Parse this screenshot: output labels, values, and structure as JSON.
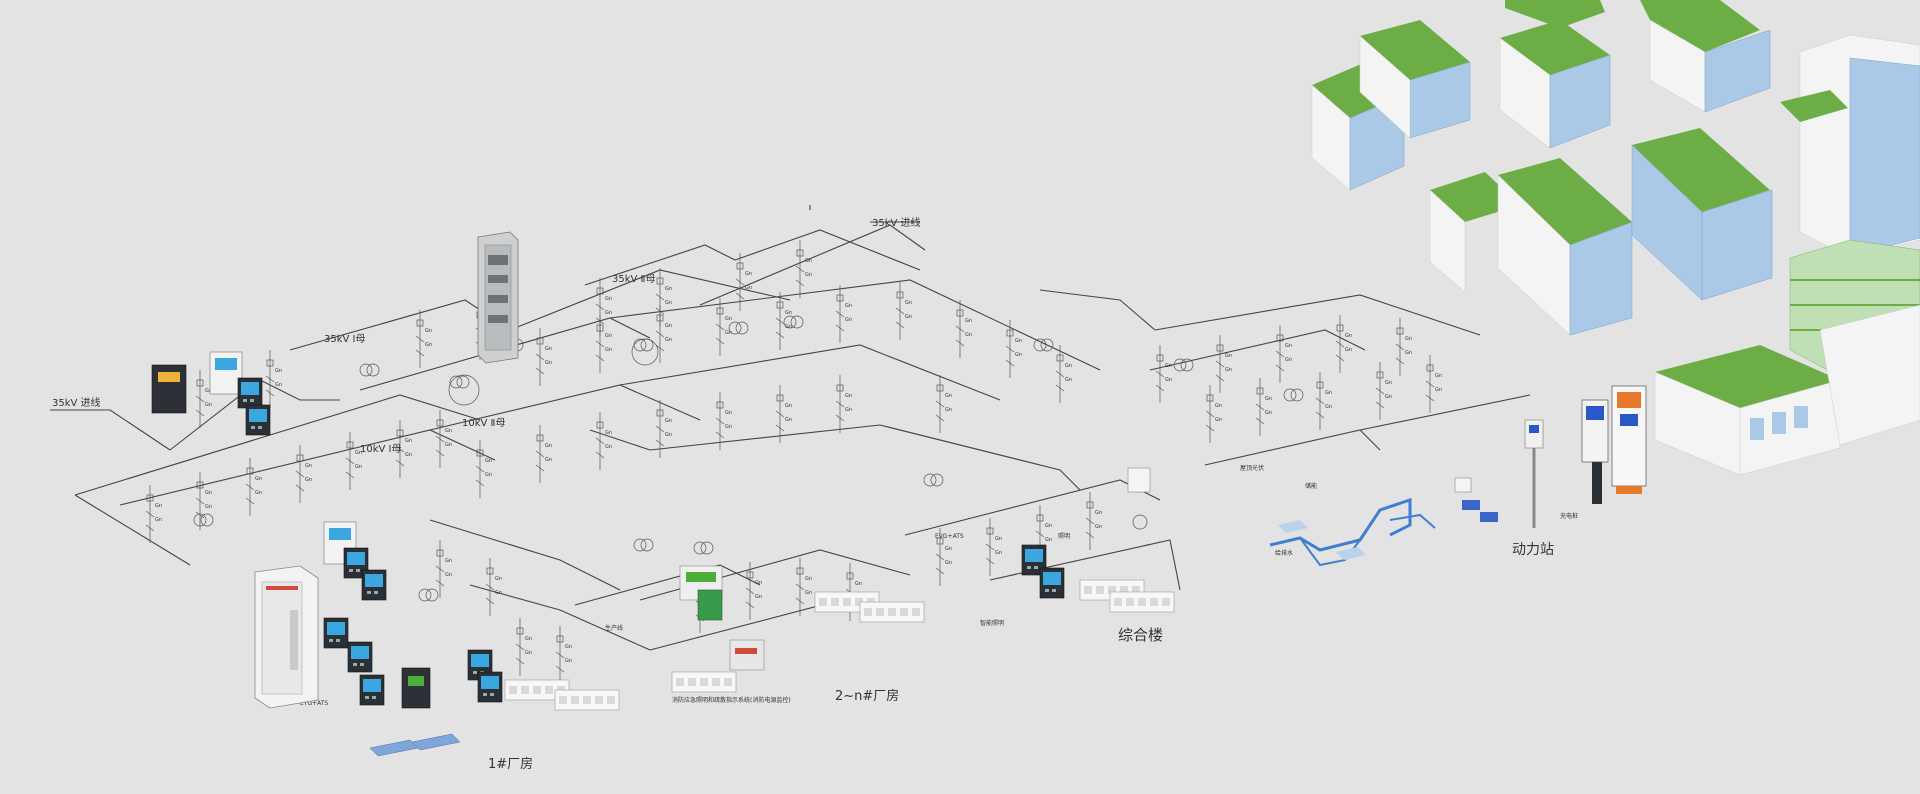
{
  "labels": {
    "incoming_35kv_left": "35kV 进线",
    "incoming_35kv_right": "35kV 进线",
    "bus_35kv_1": "35kV Ⅰ母",
    "bus_35kv_2": "35kV Ⅱ母",
    "bus_10kv_1": "10kV Ⅰ母",
    "bus_10kv_2": "10kV Ⅱ母",
    "area_factory_1": "1#厂房",
    "area_factory_2n": "2~n#厂房",
    "area_complex": "综合楼",
    "area_power_station": "动力站",
    "tag_ats": "EYG+ATS",
    "tag_evg": "EVG+ATS",
    "tag_production": "生产线",
    "tag_office": "照明",
    "tag_wiring_1": "消防应急照明和疏散指示系统(消防电源监控)",
    "tag_wiring_2": "智能照明",
    "tag_charging": "充电桩",
    "tag_rooftop": "屋顶光伏",
    "tag_storage": "储能",
    "tag_water": "给排水"
  },
  "colors": {
    "background": "#e4e3e4",
    "roof_green": "#6cae45",
    "glass_blue": "#a9c9e6",
    "wall_white": "#f4f4f4",
    "line": "#444444",
    "pipe_blue": "#3f7fd0",
    "accent_orange": "#e77a2a"
  }
}
